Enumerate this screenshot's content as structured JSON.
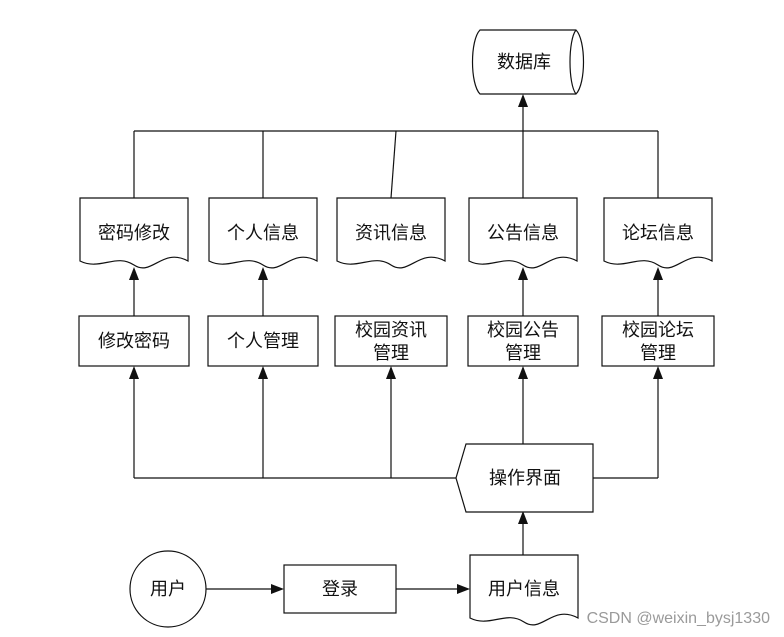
{
  "database": {
    "label": "数据库"
  },
  "documents": [
    {
      "label": "密码修改"
    },
    {
      "label": "个人信息"
    },
    {
      "label": "资讯信息"
    },
    {
      "label": "公告信息"
    },
    {
      "label": "论坛信息"
    }
  ],
  "processes": [
    {
      "line1": "修改密码",
      "line2": ""
    },
    {
      "line1": "个人管理",
      "line2": ""
    },
    {
      "line1": "校园资讯",
      "line2": "管理"
    },
    {
      "line1": "校园公告",
      "line2": "管理"
    },
    {
      "line1": "校园论坛",
      "line2": "管理"
    }
  ],
  "interface": {
    "label": "操作界面"
  },
  "user": {
    "label": "用户"
  },
  "login": {
    "label": "登录"
  },
  "user_info": {
    "label": "用户信息"
  },
  "watermark": "CSDN @weixin_bysj1330"
}
